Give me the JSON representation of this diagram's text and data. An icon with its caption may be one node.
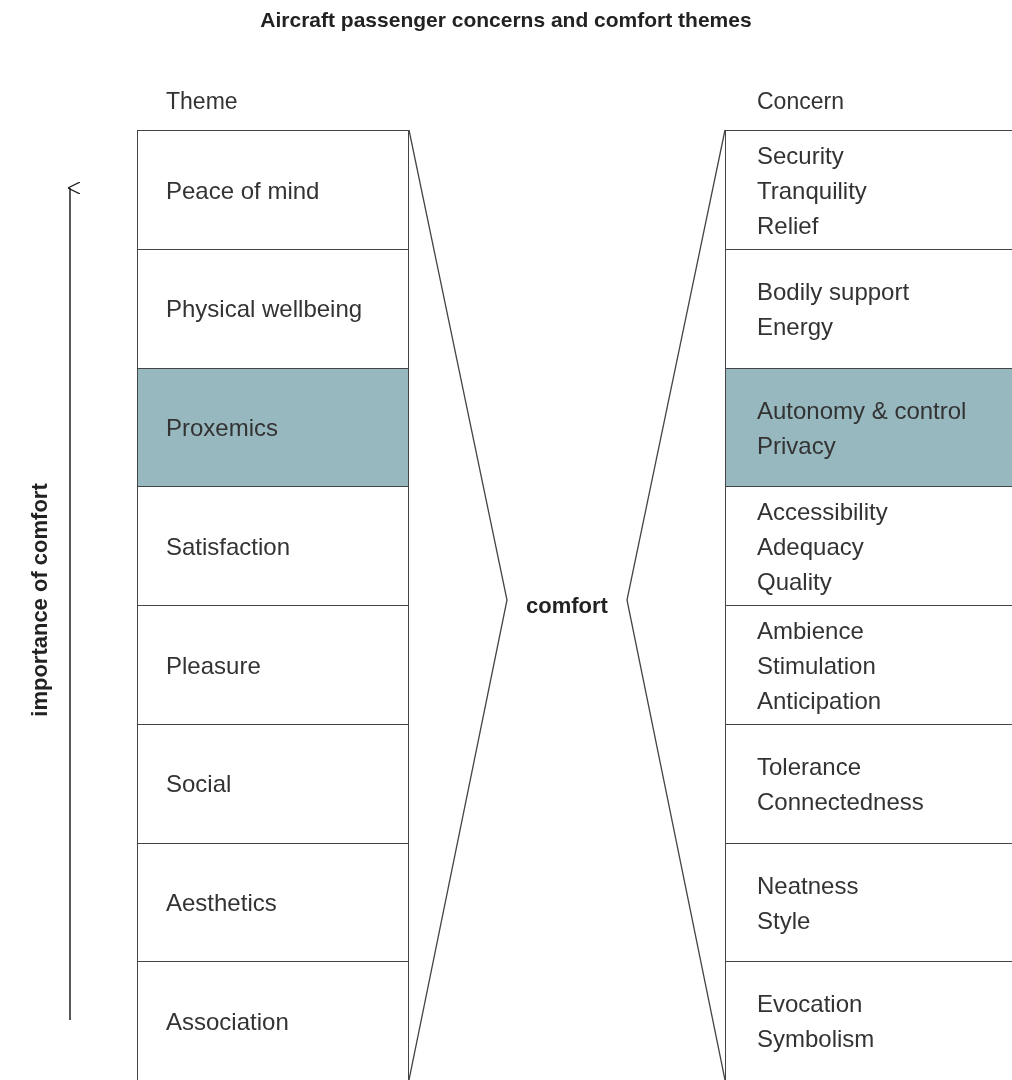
{
  "diagram": {
    "title": "Aircraft passenger concerns and comfort themes",
    "nodes": [
      {
        "text": [
          "Peace of mind"
        ]
      },
      {
        "text": [
          "Physical wellbeing"
        ]
      },
      {
        "text": [
          "Proxemics"
        ]
      },
      {
        "text": [
          "Satisfaction"
        ]
      },
      {
        "text": [
          "Pleasure"
        ]
      },
      {
        "text": [
          "Social"
        ]
      },
      {
        "text": [
          "Aesthetics"
        ]
      },
      {
        "text": [
          "Association"
        ]
      },
      {
        "text": [
          "Security",
          "Tranquility",
          "Relief"
        ]
      },
      {
        "text": [
          "Bodily support",
          "Energy"
        ]
      },
      {
        "text": [
          "Autonomy & control",
          "Privacy"
        ]
      },
      {
        "text": [
          "Accessibility",
          "Adequacy",
          "Quality"
        ]
      },
      {
        "text": [
          "Ambience",
          "Stimulation",
          "Anticipation"
        ]
      },
      {
        "text": [
          "Tolerance",
          "Connectedness"
        ]
      },
      {
        "text": [
          "Neatness",
          "Style"
        ]
      },
      {
        "text": [
          "Evocation",
          "Symbolism"
        ]
      }
    ],
    "labels": [
      "Theme",
      "Concern",
      "importance of comfort",
      "comfort"
    ]
  }
}
